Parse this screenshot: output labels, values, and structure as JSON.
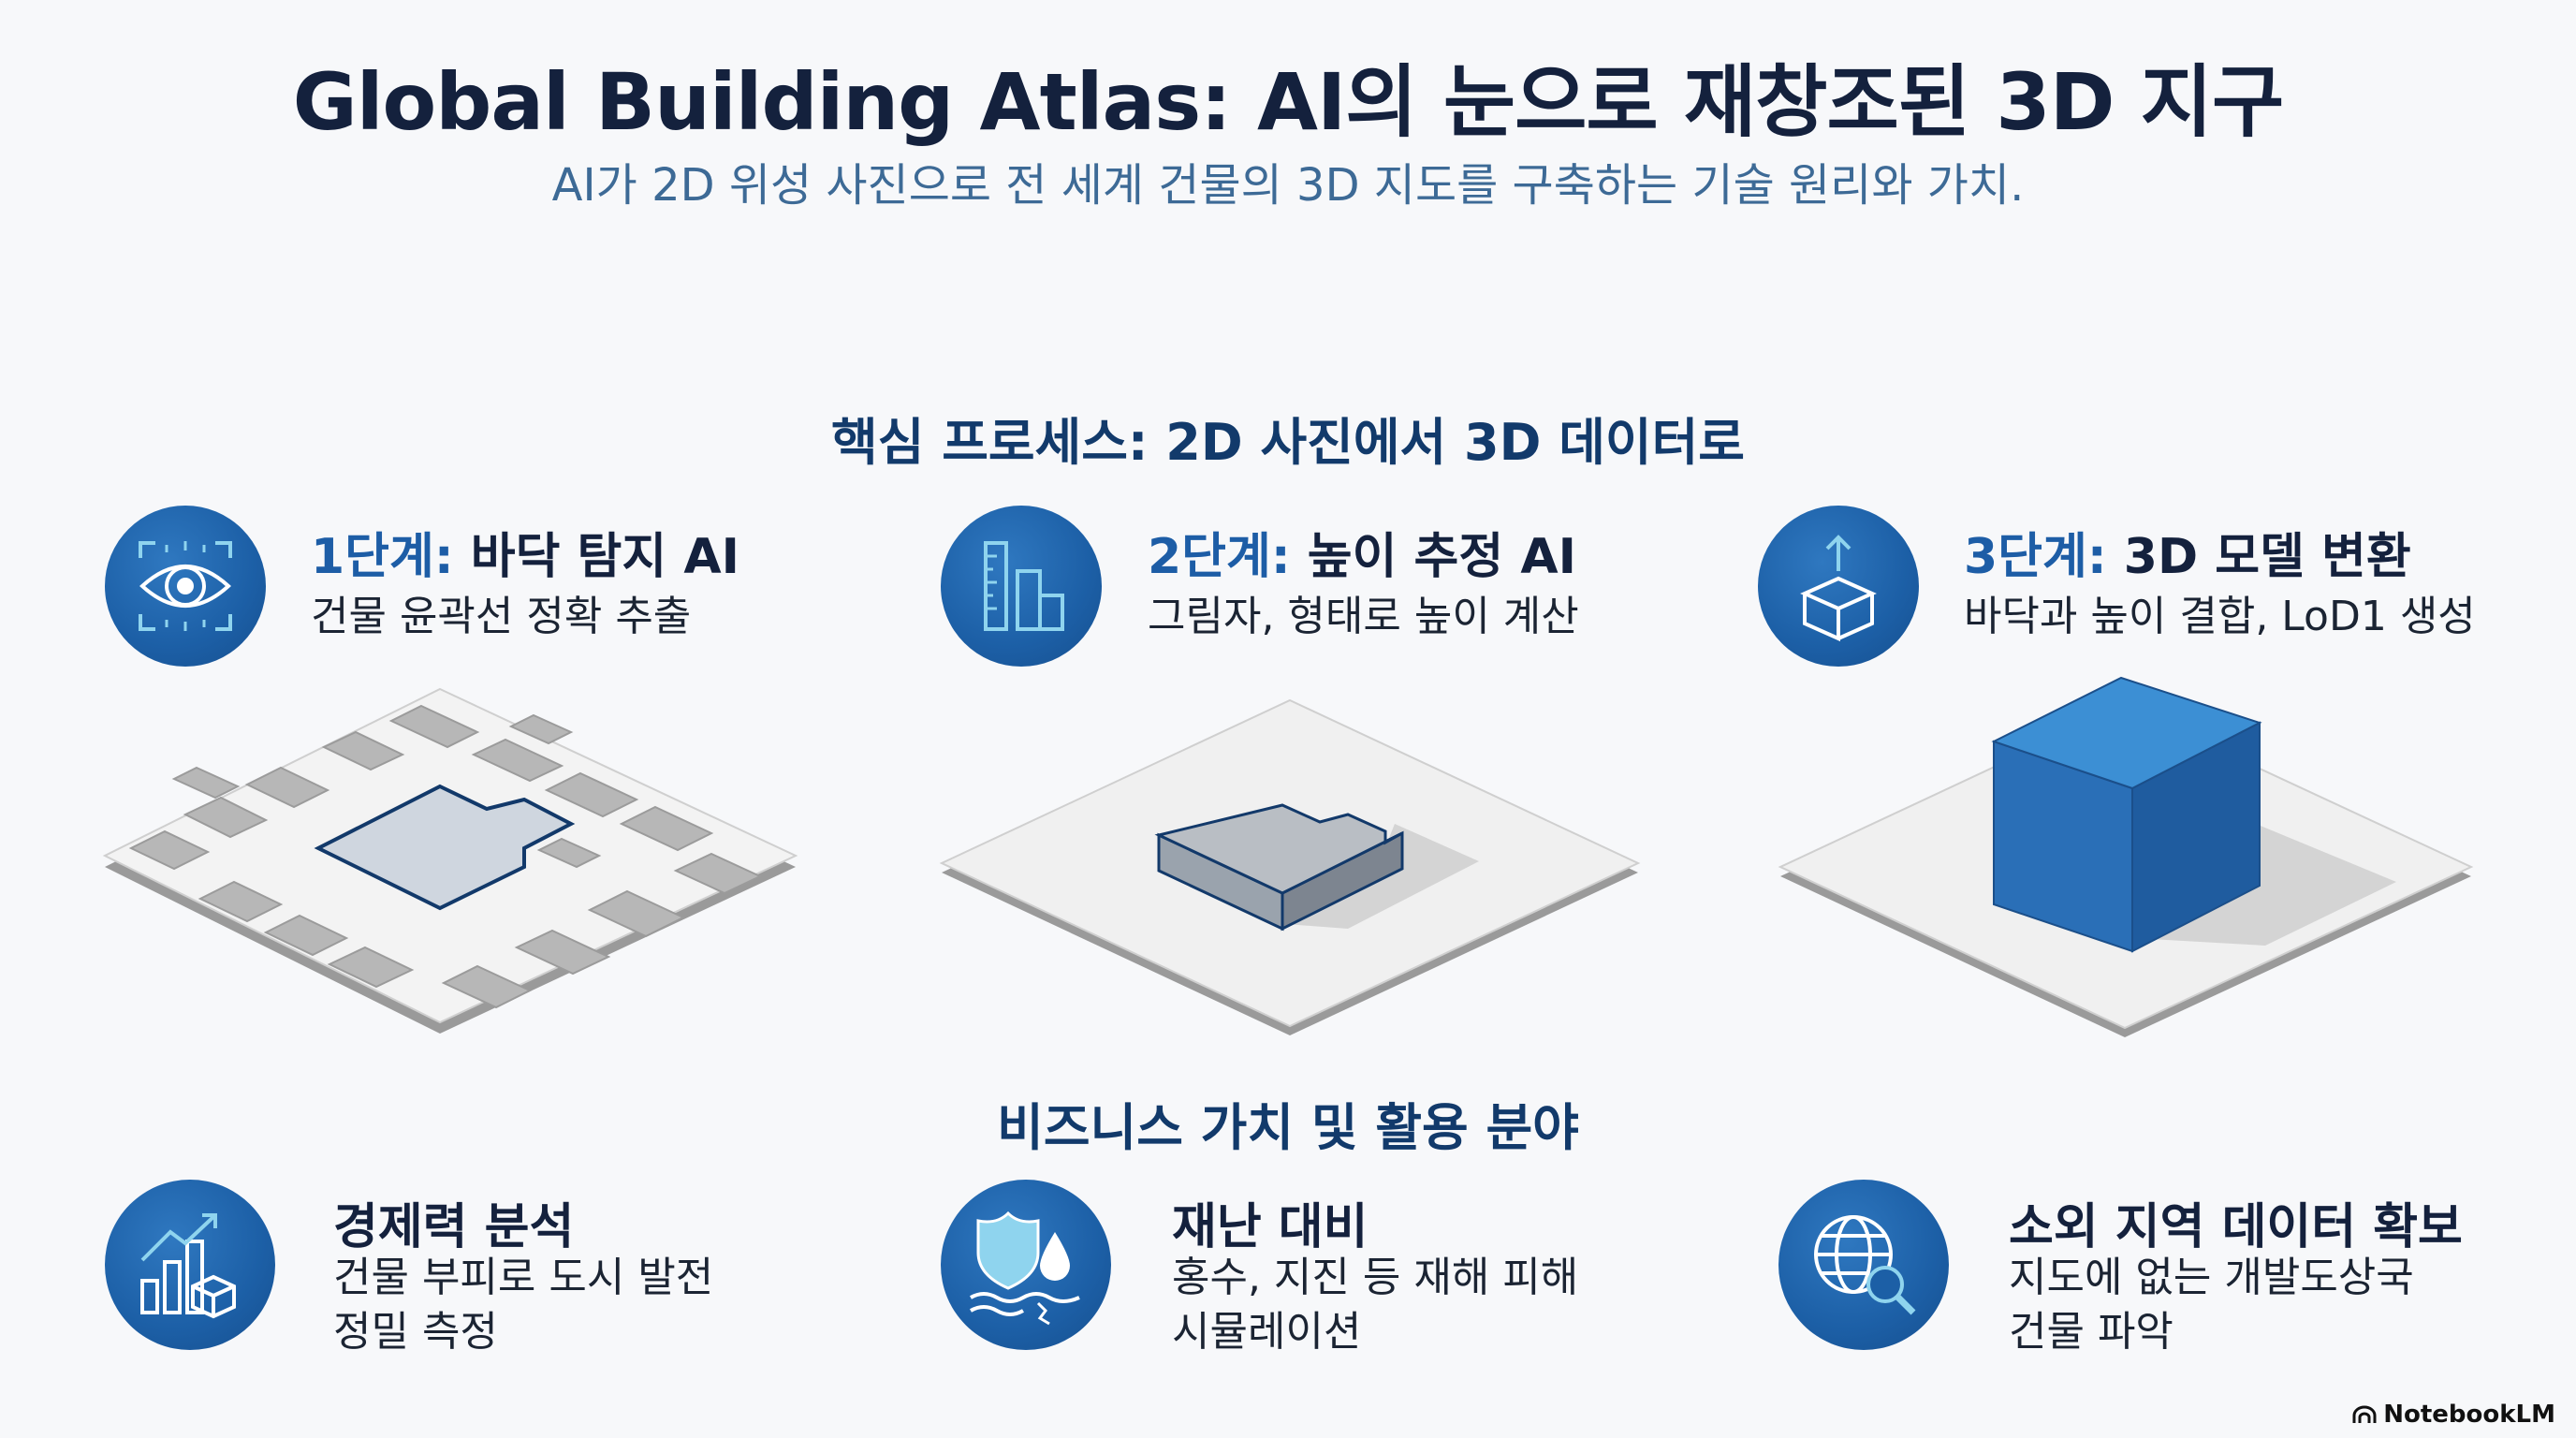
{
  "header": {
    "title": "Global Building Atlas: AI의 눈으로 재창조된 3D 지구",
    "subtitle": "AI가 2D 위성 사진으로 전 세계 건물의 3D 지도를 구축하는 기술 원리와 가치."
  },
  "process": {
    "section_title": "핵심 프로세스: 2D 사진에서 3D 데이터로",
    "stages": [
      {
        "num": "1단계:",
        "name": " 바닥 탐지 AI",
        "desc": "건물 윤곽선 정확 추출",
        "icon": "eye-scan-icon"
      },
      {
        "num": "2단계:",
        "name": " 높이 추정 AI",
        "desc": "그림자, 형태로 높이 계산",
        "icon": "ruler-bars-icon"
      },
      {
        "num": "3단계:",
        "name": " 3D 모델 변환",
        "desc": "바닥과 높이 결합, LoD1 생성",
        "icon": "cube-extrude-icon"
      }
    ]
  },
  "business": {
    "section_title": "비즈니스 가치 및 활용 분야",
    "items": [
      {
        "title": "경제력 분석",
        "desc1": "건물 부피로 도시 발전",
        "desc2": "정밀 측정",
        "icon": "growth-chart-icon"
      },
      {
        "title": "재난 대비",
        "desc1": "홍수, 지진 등 재해 피해",
        "desc2": "시뮬레이션",
        "icon": "shield-water-icon"
      },
      {
        "title": "소외 지역 데이터 확보",
        "desc1": "지도에 없는 개발도상국",
        "desc2": "건물 파악",
        "icon": "globe-search-icon"
      }
    ]
  },
  "brand": {
    "label": "NotebookLM",
    "icon": "notebooklm-logo-icon"
  },
  "colors": {
    "accent": "#1d5da6",
    "title": "#14213d",
    "subtitle": "#3d6a96",
    "building_blue": "#2a74c2"
  }
}
